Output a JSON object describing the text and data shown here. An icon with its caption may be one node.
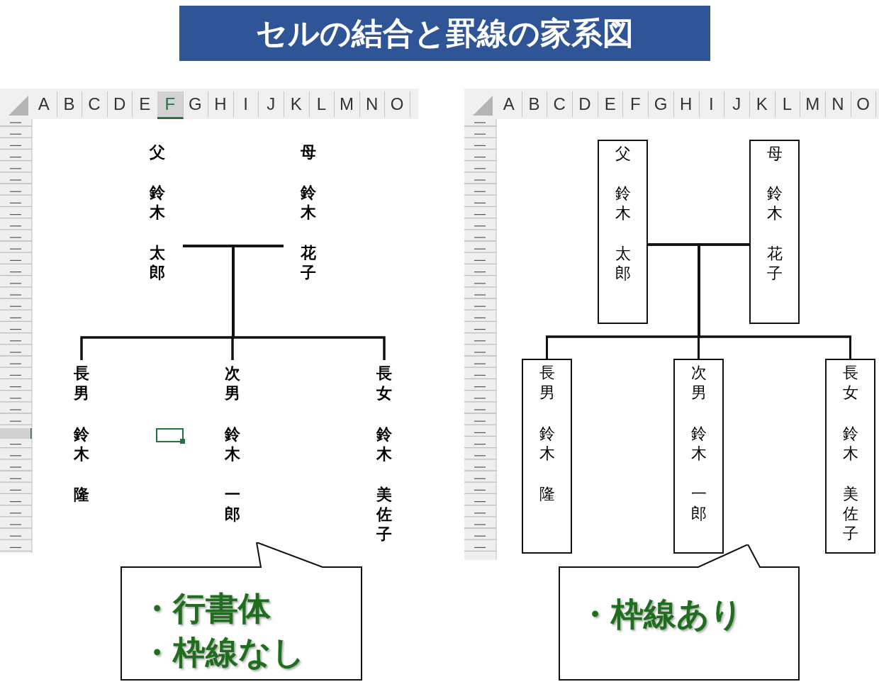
{
  "diagram": {
    "title": "セルの結合と罫線の家系図",
    "nodes": [
      {
        "text": [
          "父",
          "鈴木",
          "太郎"
        ]
      },
      {
        "text": [
          "母",
          "鈴木",
          "花子"
        ]
      },
      {
        "text": [
          "長男",
          "鈴木",
          "隆"
        ]
      },
      {
        "text": [
          "次男",
          "鈴木",
          "一郎"
        ]
      },
      {
        "text": [
          "長女",
          "鈴木",
          "美佐子"
        ]
      },
      {
        "text": [
          "父",
          "鈴木",
          "太郎"
        ]
      },
      {
        "text": [
          "母",
          "鈴木",
          "花子"
        ]
      },
      {
        "text": [
          "長男",
          "鈴木",
          "隆"
        ]
      },
      {
        "text": [
          "次男",
          "鈴木",
          "一郎"
        ]
      },
      {
        "text": [
          "長女",
          "鈴木",
          "美佐子"
        ]
      },
      {
        "text": [
          "・行書体",
          "・枠線なし"
        ]
      },
      {
        "text": [
          "・枠線あり"
        ]
      }
    ],
    "edges": [
      {
        "from": 0,
        "to": 1,
        "arrow": "none"
      },
      {
        "from": 0,
        "to": 2,
        "arrow": "none"
      },
      {
        "from": 0,
        "to": 3,
        "arrow": "none"
      },
      {
        "from": 0,
        "to": 4,
        "arrow": "none"
      },
      {
        "from": 1,
        "to": 2,
        "arrow": "none"
      },
      {
        "from": 1,
        "to": 3,
        "arrow": "none"
      },
      {
        "from": 1,
        "to": 4,
        "arrow": "none"
      },
      {
        "from": 5,
        "to": 6,
        "arrow": "none"
      },
      {
        "from": 5,
        "to": 7,
        "arrow": "none"
      },
      {
        "from": 5,
        "to": 8,
        "arrow": "none"
      },
      {
        "from": 5,
        "to": 9,
        "arrow": "none"
      },
      {
        "from": 6,
        "to": 7,
        "arrow": "none"
      },
      {
        "from": 6,
        "to": 8,
        "arrow": "none"
      },
      {
        "from": 6,
        "to": 9,
        "arrow": "none"
      }
    ],
    "labels": [
      "A",
      "B",
      "C",
      "D",
      "E",
      "F",
      "G",
      "H",
      "I",
      "J",
      "K",
      "L",
      "M",
      "N",
      "O",
      "A",
      "B",
      "C",
      "D",
      "E",
      "F",
      "G",
      "H",
      "I",
      "J",
      "K",
      "L",
      "M",
      "N",
      "O"
    ]
  }
}
